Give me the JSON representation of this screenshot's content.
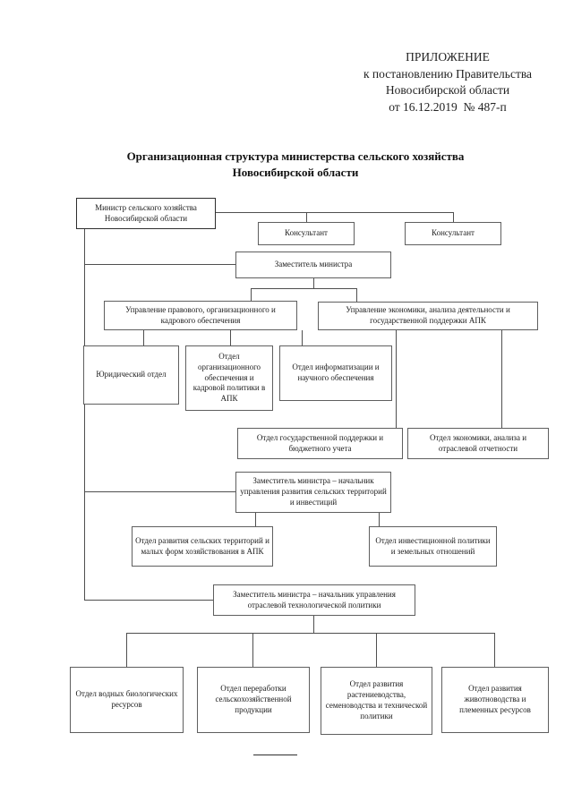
{
  "document": {
    "header": {
      "lines": [
        "ПРИЛОЖЕНИЕ",
        "к постановлению Правительства",
        "Новосибирской области",
        "от 16.12.2019  № 487-п"
      ]
    },
    "title": "Организационная структура министерства сельского хозяйства Новосибирской области"
  },
  "org_chart": {
    "minister": "Министр сельского хозяйства Новосибирской области",
    "consultant_left": "Консультант",
    "consultant_right": "Консультант",
    "deputy_minister": "Заместитель министра",
    "mgmt_legal": "Управление правового, организационного и кадрового обеспечения",
    "mgmt_econ": "Управление экономики, анализа деятельности и государственной поддержки АПК",
    "legal_dept": "Юридический отдел",
    "org_dept": "Отдел организационного обеспечения и кадровой политики в АПК",
    "info_dept": "Отдел информатизации и научного обеспечения",
    "state_support_dept": "Отдел государственной поддержки и бюджетного учета",
    "econ_dept": "Отдел экономики, анализа и отраслевой отчетности",
    "deputy_rural": "Заместитель министра – начальник управления развития сельских территорий и инвестиций",
    "rural_dept": "Отдел развития сельских территорий и малых форм хозяйствования в АПК",
    "invest_dept": "Отдел инвестиционной политики и земельных отношений",
    "deputy_tech": "Заместитель министра – начальник управления отраслевой технологической политики",
    "water_dept": "Отдел водных биологических ресурсов",
    "processing_dept": "Отдел переработки сельскохозяйственной продукции",
    "crop_dept": "Отдел развития растениеводства, семеноводства и технической политики",
    "livestock_dept": "Отдел развития животноводства и племенных ресурсов"
  },
  "colors": {
    "background": "#ffffff",
    "box_border": "#5f5f5f",
    "line": "#4f4f4f",
    "text": "#1c1c1c"
  }
}
